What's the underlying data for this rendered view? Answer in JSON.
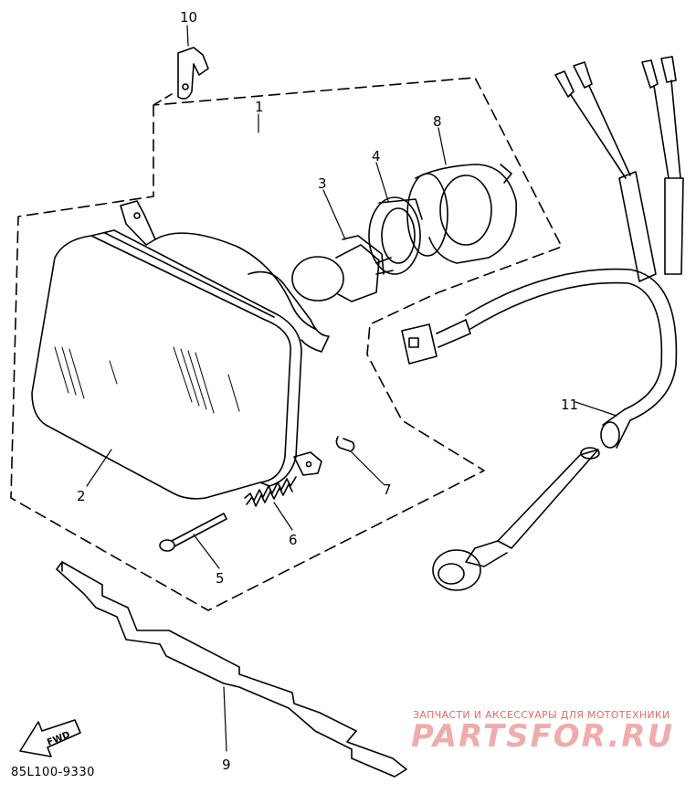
{
  "diagram": {
    "callouts": [
      {
        "id": "1",
        "label": "1"
      },
      {
        "id": "2",
        "label": "2"
      },
      {
        "id": "3",
        "label": "3"
      },
      {
        "id": "4",
        "label": "4"
      },
      {
        "id": "5",
        "label": "5"
      },
      {
        "id": "6",
        "label": "6"
      },
      {
        "id": "7",
        "label": "7"
      },
      {
        "id": "8",
        "label": "8"
      },
      {
        "id": "9",
        "label": "9"
      },
      {
        "id": "10",
        "label": "10"
      },
      {
        "id": "11",
        "label": "11"
      }
    ],
    "direction_arrow": "FWD",
    "diagram_code": "85L100-9330"
  },
  "watermark": {
    "subtitle": "ЗАПЧАСТИ И АКСЕССУАРЫ ДЛЯ МОТОТЕХНИКИ",
    "logo": "PARTSFOR.RU",
    "color": "#e46a6a"
  }
}
